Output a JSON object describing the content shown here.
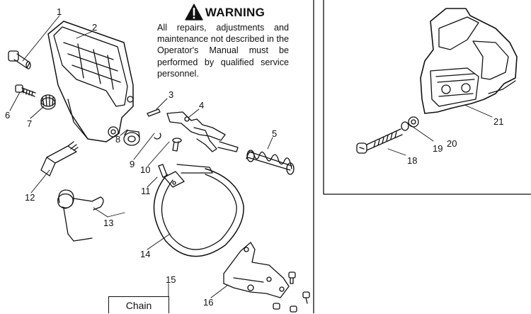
{
  "warning": {
    "title": "WARNING",
    "text": "All repairs, adjustments and maintenance not described in the Operator's Manual must be performed by qualified service personnel."
  },
  "chain_label": "Chain",
  "callouts": {
    "c1": "1",
    "c2": "2",
    "c3": "3",
    "c4": "4",
    "c5": "5",
    "c6": "6",
    "c7": "7",
    "c8": "8",
    "c9": "9",
    "c10": "10",
    "c11": "11",
    "c12": "12",
    "c13": "13",
    "c14": "14",
    "c15": "15",
    "c16": "16",
    "c18": "18",
    "c19": "19",
    "c20": "20",
    "c21": "21"
  }
}
